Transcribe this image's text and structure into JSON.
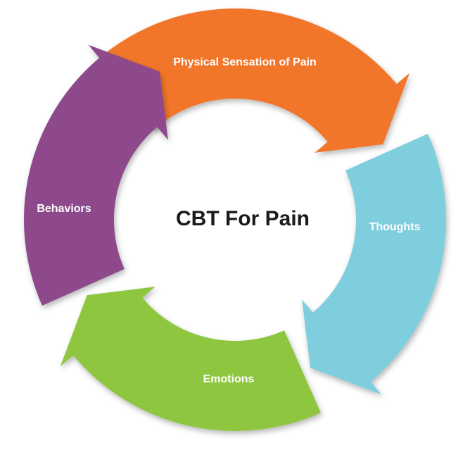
{
  "title": "CBT For Pain",
  "segments": [
    {
      "label": "Physical Sensation of Pain",
      "color": "#F1762A"
    },
    {
      "label": "Thoughts",
      "color": "#7ECEDD"
    },
    {
      "label": "Emotions",
      "color": "#8EC641"
    },
    {
      "label": "Behaviors",
      "color": "#8D4A8B"
    }
  ]
}
